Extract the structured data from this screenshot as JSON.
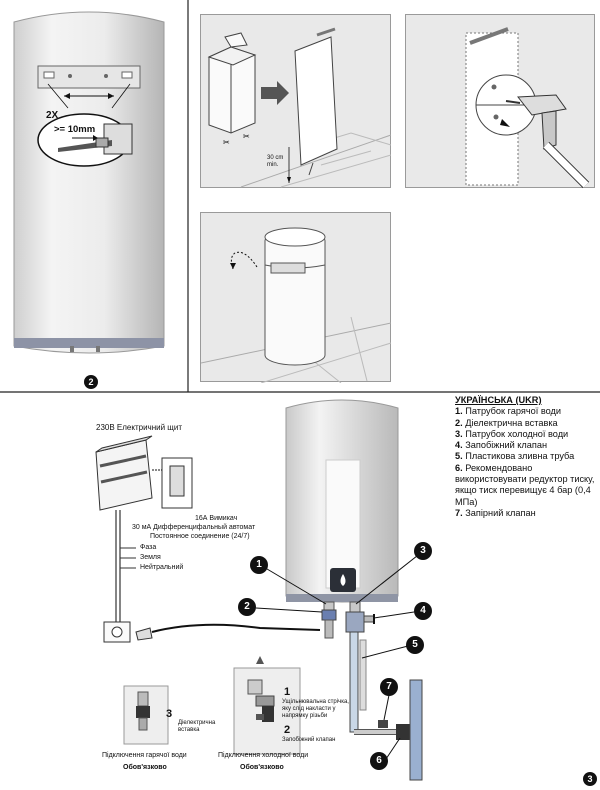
{
  "step2": {
    "label_2x": "2X",
    "label_depth": ">= 10mm",
    "page_number": "2"
  },
  "clearance": {
    "label": "30 cm min."
  },
  "electric": {
    "panel_title": "230В Електричний щит",
    "breaker_line1": "16А Вимикач",
    "breaker_line2": "30 мА Дифференцифальный автомат",
    "breaker_line3": "Постоянное соединение (24/7)",
    "wire_phase": "Фаза",
    "wire_earth": "Земля",
    "wire_neutral": "Нейтральний"
  },
  "legend": {
    "title": "УКРАЇНСЬКА (UKR)",
    "items": [
      {
        "num": "1.",
        "text": " Патрубок гарячої води"
      },
      {
        "num": "2.",
        "text": " Діелектрична вставка"
      },
      {
        "num": "3.",
        "text": " Патрубок холодної води"
      },
      {
        "num": "4.",
        "text": " Запобіжний клапан"
      },
      {
        "num": "5.",
        "text": " Пластикова зливна труба"
      },
      {
        "num": "6.",
        "text": " Рекомендовано використовувати редуктор тиску, якщо тиск перевищує 4 бар (0,4 МПа)"
      },
      {
        "num": "7.",
        "text": " Запірний клапан"
      }
    ]
  },
  "callouts": [
    "1",
    "2",
    "3",
    "4",
    "5",
    "6",
    "7"
  ],
  "hot_detail": {
    "num": "3",
    "note": "Діелектрична вставка",
    "caption": "Підключення гарячої води",
    "mandatory": "Обов'язково"
  },
  "cold_detail": {
    "num1": "1",
    "note1": "Ущільнювальна стрічка, яку слід накласти у напрямку різьби",
    "num2": "2",
    "note2": "Запобіжний клапан",
    "caption": "Підключення холодної води",
    "mandatory": "Обов'язково"
  },
  "page3": {
    "page_number": "3"
  }
}
